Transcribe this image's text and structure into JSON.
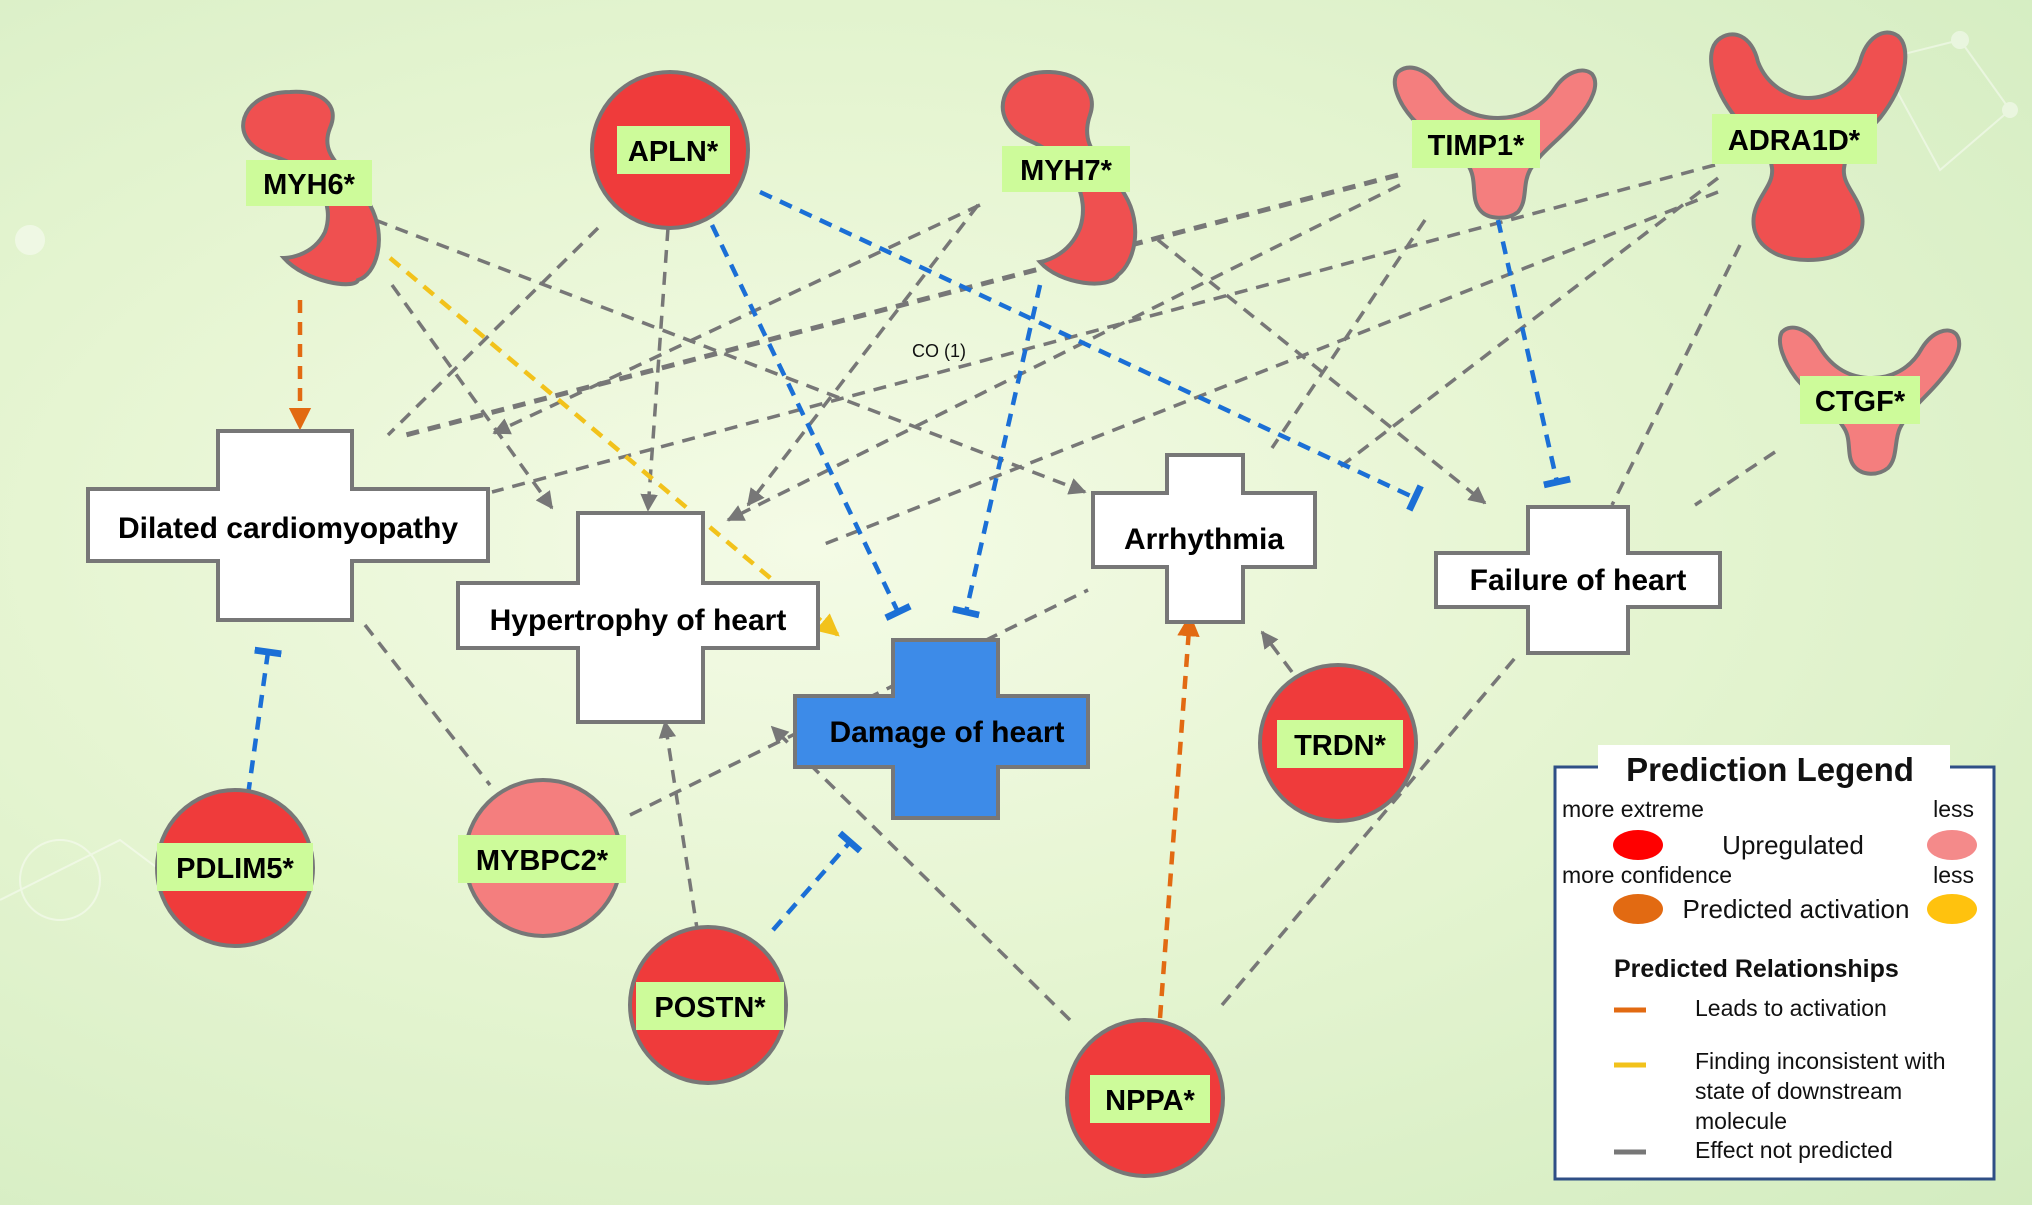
{
  "nodes": {
    "myh6": "MYH6*",
    "apln": "APLN*",
    "myh7": "MYH7*",
    "timp1": "TIMP1*",
    "adra1d": "ADRA1D*",
    "ctgf": "CTGF*",
    "pdlim5": "PDLIM5*",
    "mybpc2": "MYBPC2*",
    "postn": "POSTN*",
    "nppa": "NPPA*",
    "trdn": "TRDN*"
  },
  "diseases": {
    "dilated": "Dilated cardiomyopathy",
    "hypertrophy": "Hypertrophy of heart",
    "damage": "Damage of heart",
    "arrhythmia": "Arrhythmia",
    "failure": "Failure of heart"
  },
  "edge_label": "CO (1)",
  "colors": {
    "upregulated_strong": "#ef3b3b",
    "upregulated_weak": "#f47e7e",
    "activation": "#e26a12",
    "inconsistent": "#f2c21b",
    "inhibition": "#1b6fd6",
    "not_predicted": "#777777",
    "damage_fill": "#3d8be8",
    "label_bg": "#cdfb9a"
  },
  "legend": {
    "title": "Prediction Legend",
    "more_extreme": "more extreme",
    "less_1": "less",
    "upregulated": "Upregulated",
    "more_confidence": "more confidence",
    "less_2": "less",
    "predicted_activation": "Predicted activation",
    "relationships_title": "Predicted Relationships",
    "leads_to_activation": "Leads to activation",
    "inconsistent_1": "Finding  inconsistent with",
    "inconsistent_2": "state of downstream",
    "inconsistent_3": "molecule",
    "not_predicted": "Effect not predicted"
  }
}
